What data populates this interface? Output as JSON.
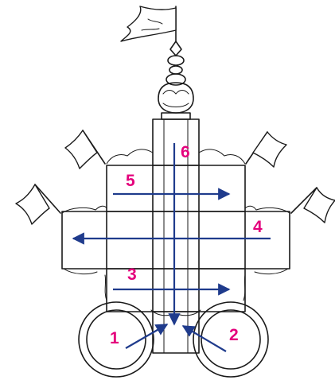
{
  "diagram": {
    "arrow_color": "#1f3b8c",
    "label_color": "#e4007c",
    "labels": [
      {
        "id": "1",
        "text": "1"
      },
      {
        "id": "2",
        "text": "2"
      },
      {
        "id": "3",
        "text": "3"
      },
      {
        "id": "4",
        "text": "4"
      },
      {
        "id": "5",
        "text": "5"
      },
      {
        "id": "6",
        "text": "6"
      }
    ]
  }
}
